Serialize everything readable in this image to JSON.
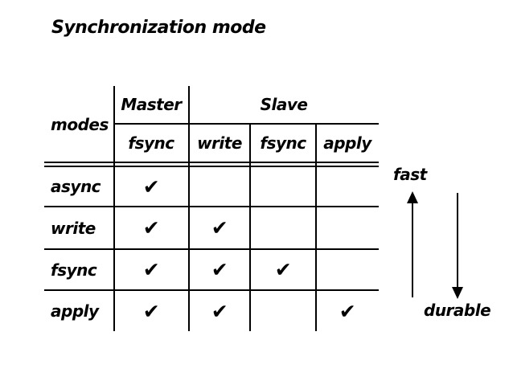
{
  "title": "Synchronization mode",
  "table": {
    "corner_header": "modes",
    "group_headers": {
      "master": "Master",
      "slave": "Slave"
    },
    "column_headers": [
      "fsync",
      "write",
      "fsync",
      "apply"
    ],
    "rows": [
      {
        "label": "async",
        "checks": [
          "✔",
          "",
          "",
          ""
        ]
      },
      {
        "label": "write",
        "checks": [
          "✔",
          "✔",
          "",
          ""
        ]
      },
      {
        "label": "fsync",
        "checks": [
          "✔",
          "✔",
          "✔",
          ""
        ]
      },
      {
        "label": "apply",
        "checks": [
          "✔",
          "✔",
          "",
          "✔"
        ]
      }
    ]
  },
  "annotations": {
    "fast": "fast",
    "durable": "durable",
    "up_arrow": "arrow-up",
    "down_arrow": "arrow-down"
  },
  "colors": {
    "background": "#ffffff",
    "text": "#000000",
    "line": "#000000"
  },
  "chart_data": {
    "type": "table",
    "title": "Synchronization mode",
    "row_header": "modes",
    "column_groups": [
      {
        "label": "Master",
        "columns": [
          "fsync"
        ]
      },
      {
        "label": "Slave",
        "columns": [
          "write",
          "fsync",
          "apply"
        ]
      }
    ],
    "rows": [
      {
        "mode": "async",
        "master_fsync": true,
        "slave_write": false,
        "slave_fsync": false,
        "slave_apply": false
      },
      {
        "mode": "write",
        "master_fsync": true,
        "slave_write": true,
        "slave_fsync": false,
        "slave_apply": false
      },
      {
        "mode": "fsync",
        "master_fsync": true,
        "slave_write": true,
        "slave_fsync": true,
        "slave_apply": false
      },
      {
        "mode": "apply",
        "master_fsync": true,
        "slave_write": true,
        "slave_fsync": false,
        "slave_apply": true
      }
    ],
    "annotations": [
      "fast = up direction (async)",
      "durable = down direction (apply)"
    ]
  }
}
